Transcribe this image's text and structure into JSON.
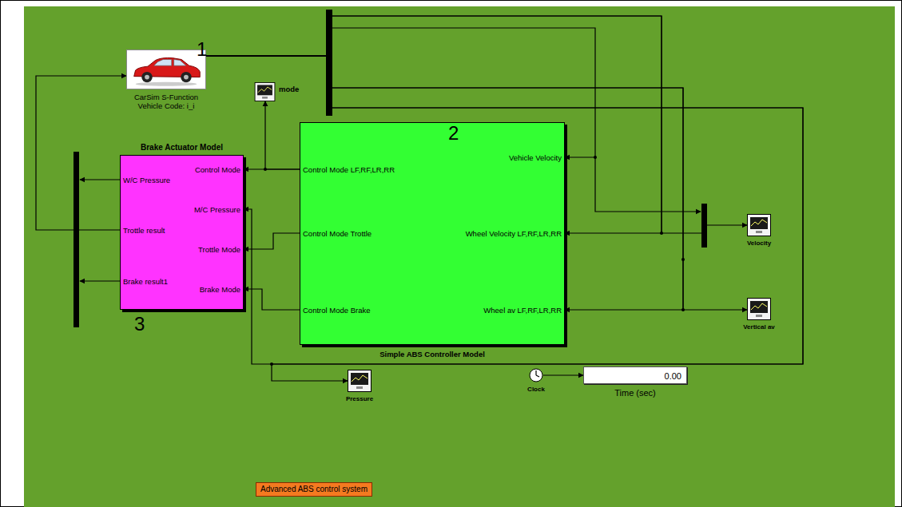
{
  "diagram": {
    "nodes": [
      {
        "text": [
          "CarSim S-Function",
          "Vehicle Code: i_i"
        ]
      },
      {
        "text": [
          "mode"
        ]
      },
      {
        "text": [
          "Brake Actuator Model",
          "W/C Pressure",
          "Control Mode",
          "M/C Pressure",
          "Trottle result",
          "Trottle Mode",
          "Brake result1",
          "Brake Mode"
        ]
      },
      {
        "text": [
          "Control Mode LF,RF,LR,RR",
          "Vehicle Velocity",
          "Control Mode Trottle",
          "Wheel Velocity LF,RF,LR,RR",
          "Control Mode Brake",
          "Wheel av LF,RF,LR,RR",
          "Simple ABS Controller Model"
        ]
      },
      {
        "text": [
          "Velocity"
        ]
      },
      {
        "text": [
          "Vertical av"
        ]
      },
      {
        "text": [
          "Pressure"
        ]
      },
      {
        "text": [
          "Clock"
        ]
      },
      {
        "text": [
          "0.00",
          "Time (sec)"
        ]
      },
      {
        "text": [
          "Advanced ABS control system"
        ]
      }
    ],
    "edges": [
      {
        "from": 3,
        "to": 2,
        "arrow": "to"
      },
      {
        "from": 3,
        "to": 1,
        "arrow": "to"
      },
      {
        "from": 3,
        "to": 2,
        "arrow": "to"
      },
      {
        "from": 3,
        "to": 2,
        "arrow": "to"
      },
      {
        "from": 0,
        "to": 3,
        "arrow": "to"
      },
      {
        "from": 0,
        "to": 3,
        "arrow": "to"
      },
      {
        "from": 0,
        "to": 3,
        "arrow": "to"
      },
      {
        "from": 0,
        "to": 4,
        "arrow": "to"
      },
      {
        "from": 0,
        "to": 5,
        "arrow": "to"
      },
      {
        "from": 0,
        "to": 2,
        "arrow": "to"
      },
      {
        "from": 0,
        "to": 6,
        "arrow": "to"
      },
      {
        "from": 2,
        "to": 0,
        "arrow": "to"
      },
      {
        "from": 7,
        "to": 8,
        "arrow": "to"
      }
    ],
    "labels": [
      "1",
      "2",
      "3"
    ]
  }
}
